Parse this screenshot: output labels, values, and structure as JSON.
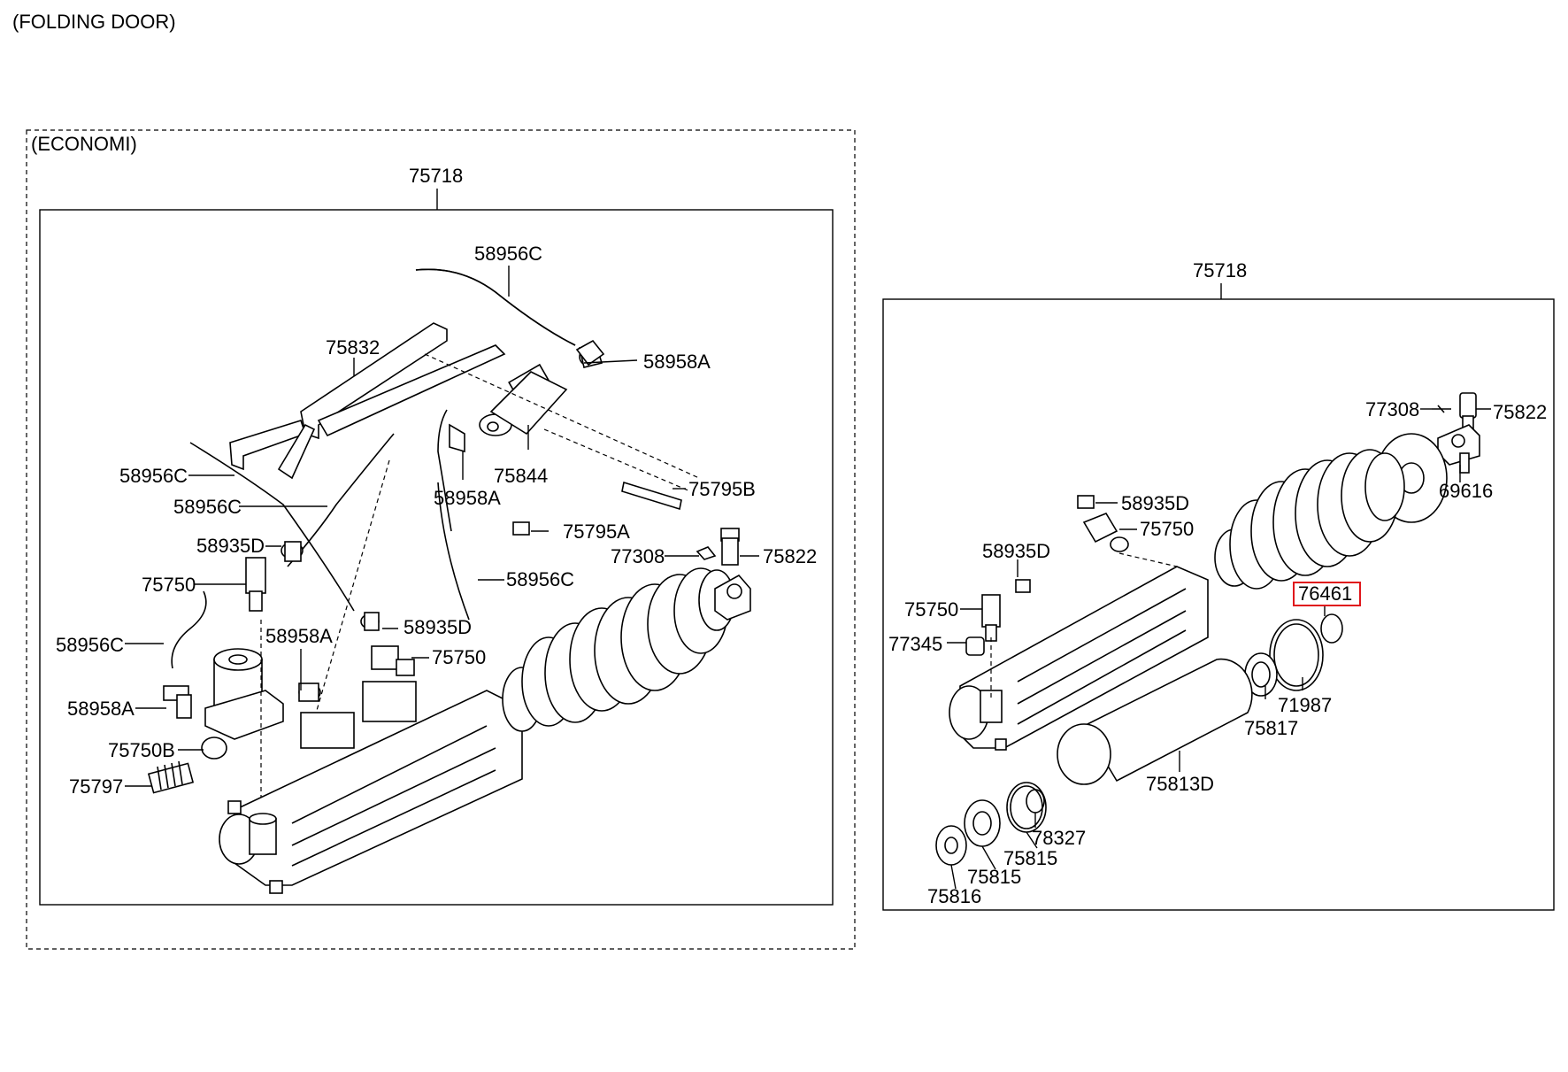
{
  "title": "(FOLDING DOOR)",
  "left_panel": {
    "label": "(ECONOMI)",
    "assembly_no": "75718",
    "callouts": [
      "58956C",
      "58958A",
      "75832",
      "75844",
      "58956C",
      "58956C",
      "58958A",
      "75795B",
      "75795A",
      "58935D",
      "77308",
      "75822",
      "75750",
      "58956C",
      "58956C",
      "58935D",
      "58958A",
      "75750",
      "58958A",
      "75750B",
      "75797"
    ]
  },
  "right_panel": {
    "assembly_no": "75718",
    "callouts": [
      "77308",
      "75822",
      "69616",
      "58935D",
      "75750",
      "58935D",
      "75750",
      "77345",
      "76461",
      "71987",
      "75817",
      "75813D",
      "78327",
      "75815",
      "75815",
      "75816"
    ],
    "highlighted": "76461"
  }
}
